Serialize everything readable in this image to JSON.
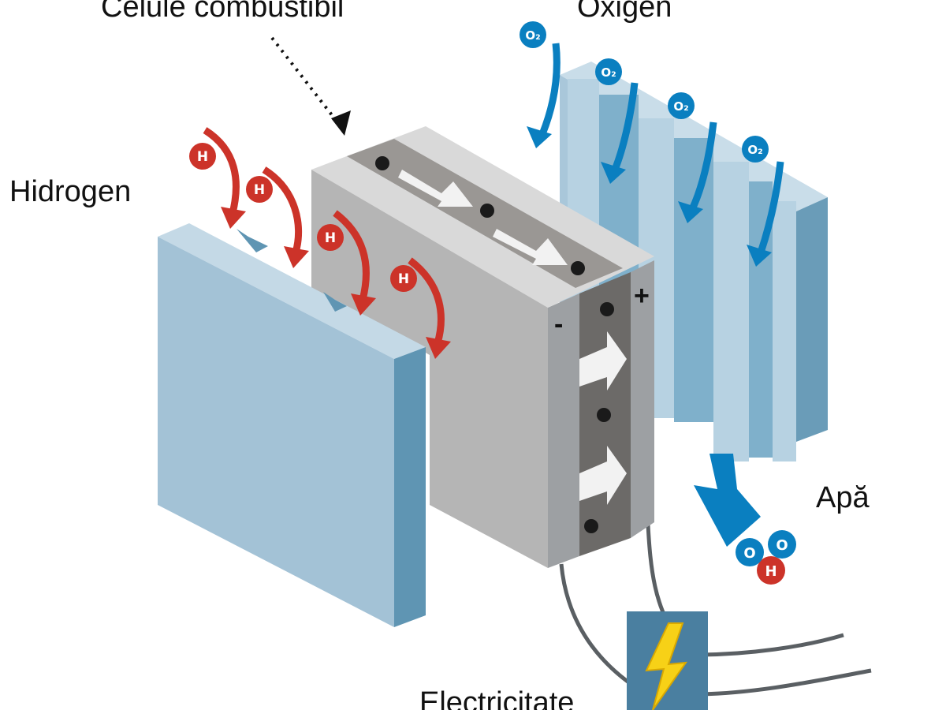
{
  "labels": {
    "fuel_cell": "Celule combustibil",
    "oxygen": "Oxigen",
    "hydrogen": "Hidrogen",
    "water": "Apă",
    "electricity": "Electricitate",
    "minus": "-",
    "plus": "+"
  },
  "molecules": {
    "hydrogen": "H",
    "oxygen": "O₂",
    "water_o": "O",
    "water_h": "H"
  },
  "colors": {
    "hydrogen_red": "#cc3329",
    "oxygen_blue": "#0a7fc0",
    "plate_blue": "#a3c2d6",
    "cell_gray": "#b3b3b3",
    "bolt_yellow": "#f7d117"
  },
  "icons": [
    "lightning-bolt-icon",
    "flow-arrow-icon"
  ]
}
